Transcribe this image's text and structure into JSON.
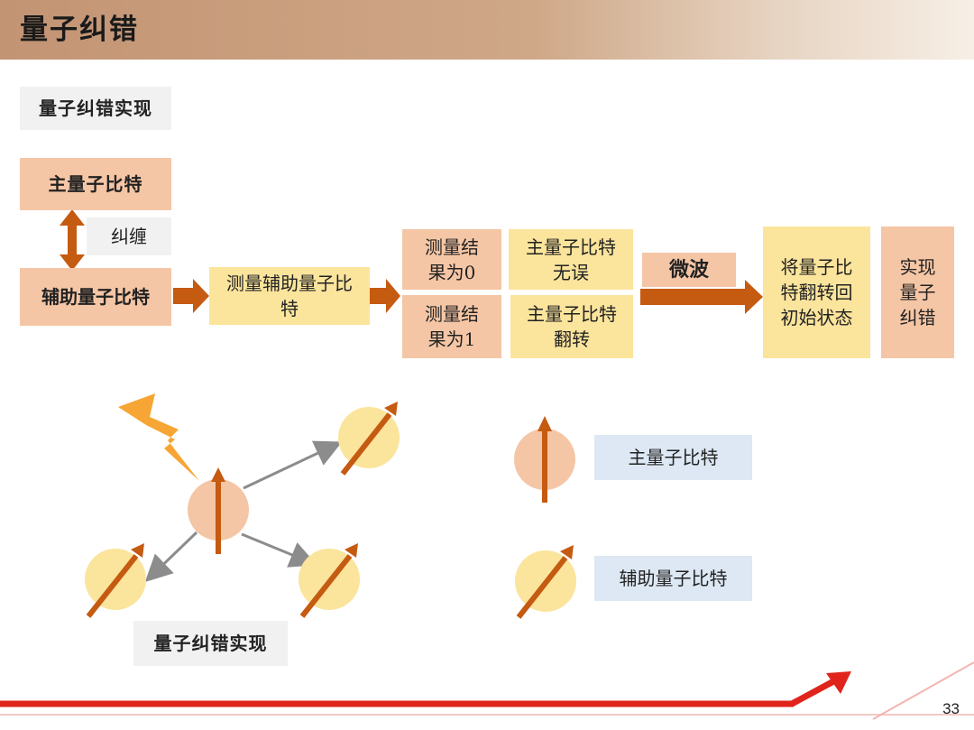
{
  "header": {
    "title": "量子纠错"
  },
  "section_label": "量子纠错实现",
  "flow": {
    "main_qubit": "主量子比特",
    "entangle": "纠缠",
    "aux_qubit": "辅助量子比特",
    "measure_aux": "测量辅助量子比特",
    "result0": "测量结果为0",
    "result1": "测量结果为1",
    "no_error": "主量子比特无误",
    "flipped": "主量子比特翻转",
    "microwave": "微波",
    "restore": "将量子比特翻转回初始状态",
    "achieve": "实现量子纠错"
  },
  "illustration": {
    "caption": "量子纠错实现"
  },
  "legend": {
    "main": "主量子比特",
    "aux": "辅助量子比特"
  },
  "page_number": "33",
  "colors": {
    "arrow": "#c55a11",
    "peach": "#f5c6a5",
    "yellow": "#fbe49c",
    "lightning": "#f7a535",
    "slide_red": "#e0241c"
  }
}
